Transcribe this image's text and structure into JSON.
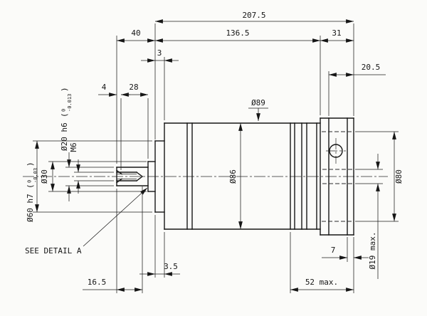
{
  "meta": {
    "background": "#fbfbf9",
    "ink": "#161616",
    "drawing_type": "mechanical side view with dimensions"
  },
  "labels": {
    "overall": "207.5",
    "seg_left": "40",
    "seg_mid": "136.5",
    "seg_right": "31",
    "offset3": "3",
    "depth20_5": "20.5",
    "chamfer4": "4",
    "shaft28": "28",
    "dia89": "Ø89",
    "dia86": "Ø86",
    "dia80": "Ø80",
    "dia19": "Ø19 max.",
    "depth7": "7",
    "pilot3_5": "3.5",
    "thread16_5": "16.5",
    "max52": "52 max.",
    "m6": "M6",
    "dia30": "Ø30",
    "dia20": "Ø20 h6",
    "dia20_tol_hi": "0",
    "dia20_tol_lo": "-0.013",
    "dia60": "Ø60 h7",
    "dia60_tol_hi": "0",
    "dia60_tol_lo": "-0.03",
    "paren_open": "(",
    "paren_close": ")",
    "see_detail": "SEE DETAIL A"
  }
}
